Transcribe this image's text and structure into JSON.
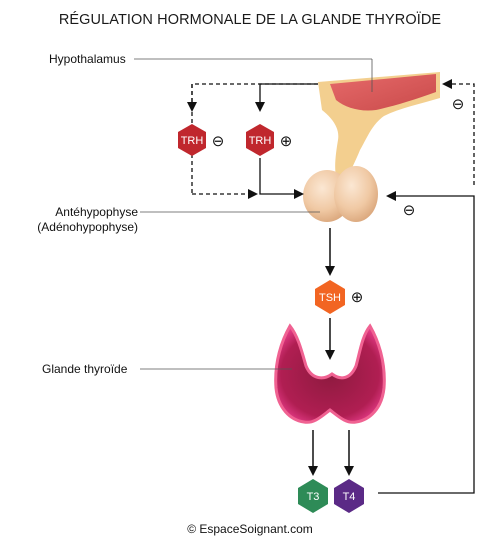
{
  "title": "RÉGULATION HORMONALE DE LA GLANDE THYROÏDE",
  "labels": {
    "hypothalamus": "Hypothalamus",
    "anterior_pituitary_1": "Antéhypophyse",
    "anterior_pituitary_2": "(Adénohypophyse)",
    "thyroid": "Glande thyroïde"
  },
  "hormones": {
    "trh_inhibit": "TRH",
    "trh_stimulate": "TRH",
    "tsh": "TSH",
    "t3": "T3",
    "t4": "T4"
  },
  "signs": {
    "minus": "⊖",
    "plus": "⊕"
  },
  "copyright": "© EspaceSoignant.com",
  "colors": {
    "trh": "#c0272d",
    "tsh": "#f26522",
    "t3": "#2e8b57",
    "t4": "#5b2a86",
    "thyroid": "#d81b60",
    "hypothalamus": "#d9534f",
    "stalk": "#f3cf8f"
  }
}
